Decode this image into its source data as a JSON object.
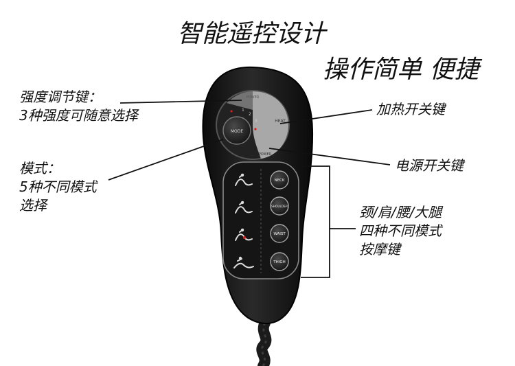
{
  "header": {
    "title": "智能遥控设计",
    "subtitle": "操作简单 便捷"
  },
  "annotations": {
    "intensity_key": [
      "强度调节键：",
      "3种强度可随意选择"
    ],
    "mode": [
      "模式：",
      "5种不同模式",
      "选择"
    ],
    "heat_key": "加热开关键",
    "power_key": "电源开关键",
    "massage_keys": [
      "颈/肩/腰/大腿",
      "四种不同模式",
      "按摩键"
    ]
  },
  "remote": {
    "top_label": "POWER",
    "mode_label": "MODE",
    "heat_label": "HEAT",
    "power_label": "POWER",
    "level_marks": [
      "1",
      "2",
      "3"
    ],
    "buttons": [
      {
        "label": "NECK",
        "icon": "neck-massage-icon"
      },
      {
        "label": "SHOULDER",
        "icon": "shoulder-massage-icon"
      },
      {
        "label": "WAIST",
        "icon": "waist-massage-icon"
      },
      {
        "label": "THIGH",
        "icon": "thigh-massage-icon"
      }
    ]
  },
  "colors": {
    "body": "#1a1a1a",
    "panel_grey": "#b7b7b7",
    "led_red": "#cc2222",
    "text": "#111111"
  }
}
